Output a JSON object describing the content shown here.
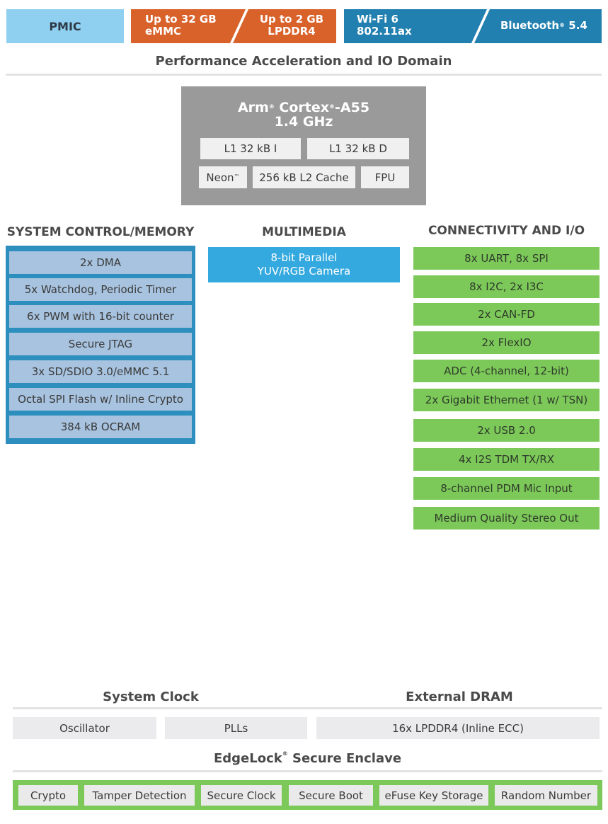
{
  "top_bar": {
    "pmic": "PMIC",
    "emmc_line1": "Up to 32 GB",
    "emmc_line2": "eMMC",
    "lpddr_line1": "Up to 2 GB",
    "lpddr_line2": "LPDDR4",
    "wifi_line1": "Wi-Fi 6",
    "wifi_line2": "802.11ax",
    "bluetooth": "Bluetooth",
    "bluetooth_mark": "®",
    "bluetooth_version": " 5.4"
  },
  "domain_heading": "Performance Acceleration and IO Domain",
  "cpu": {
    "name_part1": "Arm",
    "mark1": "®",
    "name_part2": " Cortex",
    "mark2": "®",
    "name_part3": "-A55",
    "frequency": "1.4 GHz",
    "l1i": "L1 32 kB I",
    "l1d": "L1 32 kB D",
    "neon": "Neon",
    "neon_mark": "™",
    "l2": "256 kB L2 Cache",
    "fpu": "FPU"
  },
  "system_control": {
    "heading": "SYSTEM CONTROL/MEMORY",
    "items": [
      "2x DMA",
      "5x Watchdog, Periodic Timer",
      "6x PWM with 16-bit counter",
      "Secure JTAG",
      "3x SD/SDIO 3.0/eMMC 5.1",
      "Octal SPI Flash w/ Inline Crypto",
      "384 kB OCRAM"
    ]
  },
  "multimedia": {
    "heading": "MULTIMEDIA",
    "camera_line1": "8-bit Parallel",
    "camera_line2": "YUV/RGB Camera"
  },
  "connectivity": {
    "heading": "CONNECTIVITY AND I/O",
    "items": [
      "8x UART, 8x SPI",
      "8x I2C, 2x I3C",
      "2x CAN-FD",
      "2x FlexIO",
      "ADC (4-channel, 12-bit)",
      "2x Gigabit Ethernet (1 w/ TSN)",
      "2x USB 2.0",
      "4x I2S TDM TX/RX",
      "8-channel PDM Mic Input",
      "Medium Quality Stereo Out"
    ]
  },
  "system_clock": {
    "heading": "System Clock",
    "oscillator": "Oscillator",
    "plls": "PLLs"
  },
  "external_dram": {
    "heading": "External DRAM",
    "lpddr": "16x LPDDR4 (Inline ECC)"
  },
  "edgelock": {
    "heading_part1": "EdgeLock",
    "mark": "®",
    "heading_part2": " Secure Enclave",
    "items": [
      "Crypto",
      "Tamper Detection",
      "Secure Clock",
      "Secure Boot",
      "eFuse Key Storage",
      "Random Number"
    ]
  },
  "colors": {
    "light_blue": "#8fd0f0",
    "orange": "#d9622b",
    "blue": "#2280b0",
    "cpu_grey": "#9a9a9a",
    "system_blue": "#2c8fbe",
    "system_item": "#a8c3df",
    "multimedia_blue": "#34a9df",
    "green": "#7cc95a"
  }
}
